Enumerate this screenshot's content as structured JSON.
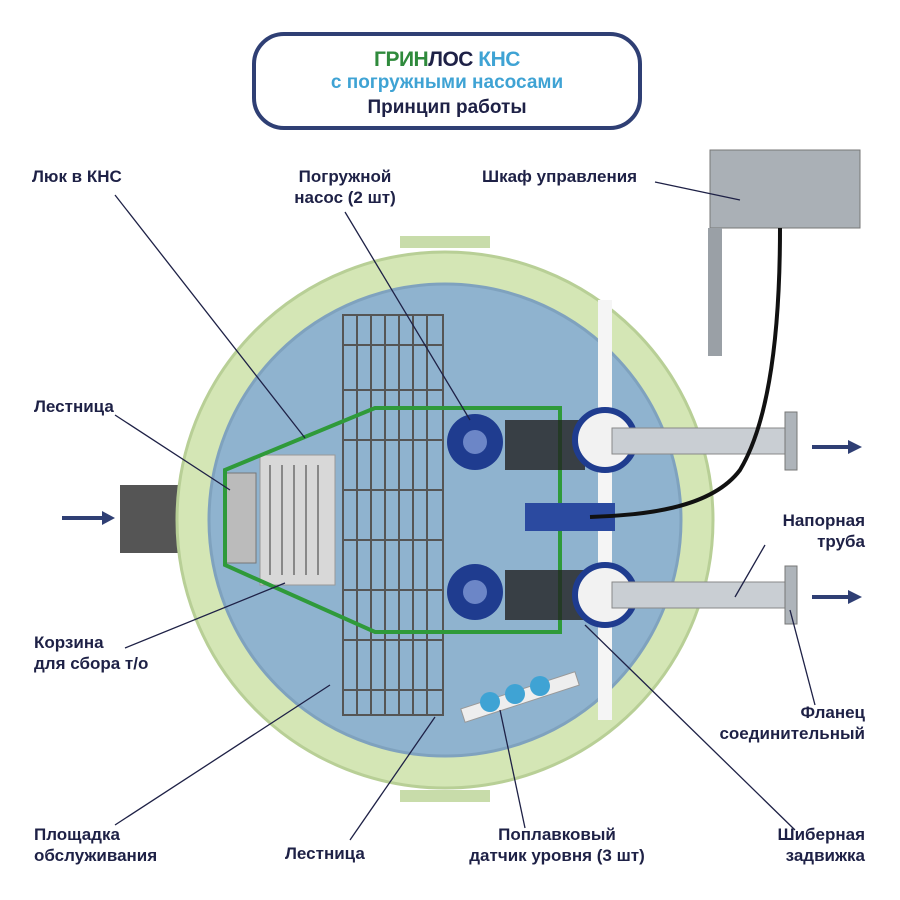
{
  "title": {
    "brand_green": "ГРИН",
    "brand_dark": "ЛОС",
    "brand_blue": " КНС",
    "subtitle": "с погружными насосами",
    "caption": "Принцип работы"
  },
  "labels": {
    "hatch": "Люк в КНС",
    "pump_line1": "Погружной",
    "pump_line2": "насос (2 шт)",
    "cabinet": "Шкаф управления",
    "ladder_top": "Лестница",
    "pipe_line1": "Напорная",
    "pipe_line2": "труба",
    "basket_line1": "Корзина",
    "basket_line2": "для сбора т/о",
    "flange_line1": "Фланец",
    "flange_line2": "соединительный",
    "platform_line1": "Площадка",
    "platform_line2": "обслуживания",
    "ladder_bottom": "Лестница",
    "float_line1": "Поплавковый",
    "float_line2": "датчик уровня (3 шт)",
    "valve_line1": "Шиберная",
    "valve_line2": "задвижка"
  },
  "colors": {
    "green": "#2f8a3c",
    "blue": "#3fa3d4",
    "navy": "#1e2146",
    "frame": "#2f3f74",
    "shell": "#d4e6b5",
    "water": "#8fb3cf"
  }
}
